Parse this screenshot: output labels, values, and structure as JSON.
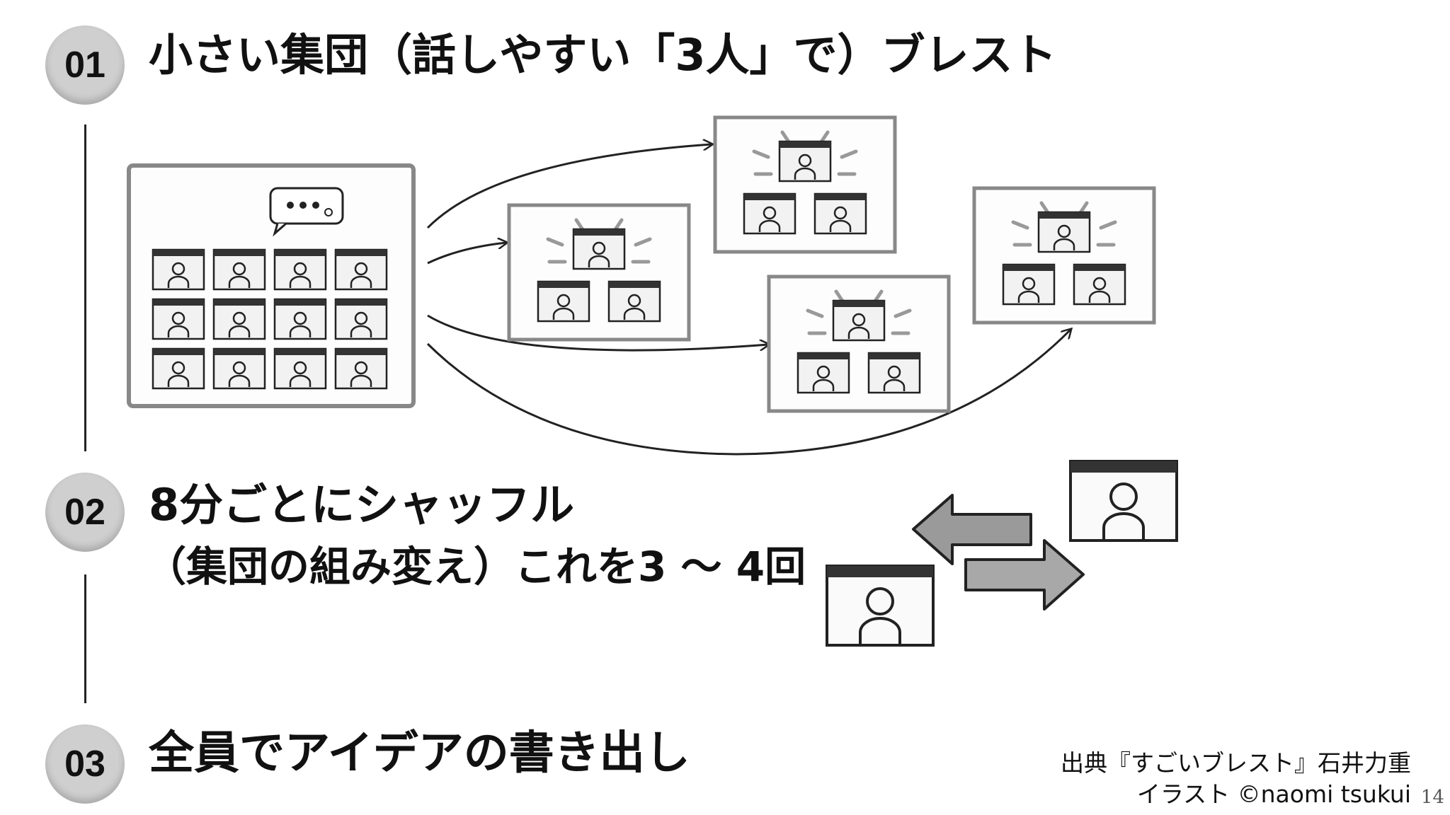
{
  "steps": [
    {
      "number": "01",
      "text": "小さい集団（話しやすい「3人」で）ブレスト"
    },
    {
      "number": "02",
      "text_line1": "8分ごとにシャッフル",
      "text_line2": "（集団の組み変え）これを3 ～ 4回"
    },
    {
      "number": "03",
      "text": "全員でアイデアの書き出し"
    }
  ],
  "credit": {
    "source": "出典『すごいブレスト』石井力重",
    "illustration": "イラスト ©naomi tsukui"
  },
  "page_number": "14",
  "icons": {
    "large_group": "video-grid-12-participants-icon",
    "small_groups": "three-person-video-group-icon",
    "speech": "speech-bubble-icon",
    "shuffle": "swap-arrows-icon"
  }
}
